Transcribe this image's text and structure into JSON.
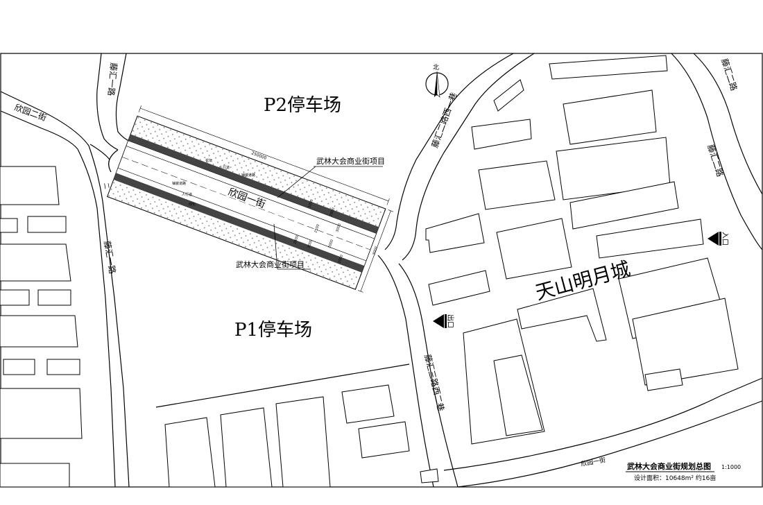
{
  "parking": {
    "p2": "P2停车场",
    "p1": "P1停车场"
  },
  "district": "天山明月城",
  "project_labels": {
    "top": "武林大会商业街项目",
    "bottom": "武林大会商业街项目"
  },
  "street_label": "欣园一街",
  "roads": {
    "xinyuan_2": "欣园二街",
    "tenghui_1": "藤汇一路",
    "tenghui_2_west_1": "藤汇二路西一巷",
    "tenghui_2": "藤汇二路",
    "tenghui_3_west_2": "藤汇三路西二巷",
    "xinyuan_1": "欣园一街",
    "top_left": "藤汇一路",
    "left_stub": "二"
  },
  "entrances": {
    "east": "入口",
    "west": "出口"
  },
  "compass": {
    "label": "北"
  },
  "dimensions": {
    "length": "250000",
    "small": [
      "1000",
      "2800",
      "3000",
      "2500",
      "2800",
      "3000",
      "2000",
      "1000",
      "3000"
    ]
  },
  "sub_labels": [
    "花坛",
    "人行道",
    "铺装道路",
    "铺装道路",
    "人行道",
    "绿化"
  ],
  "title_block": {
    "title": "武林大会商业街规划总图",
    "scale": "1:1000",
    "area_label": "设计面积：10648m² 约16亩"
  },
  "colors": {
    "line": "#000000",
    "paving": "#444444",
    "dots": "#777777",
    "background": "#ffffff"
  }
}
